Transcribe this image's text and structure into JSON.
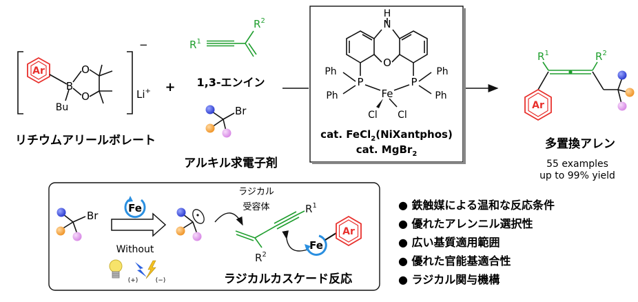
{
  "colors": {
    "ar_red": "#e8302c",
    "green": "#1f9e2e",
    "blue_ball": "#2f3fd0",
    "orange_ball": "#f0962a",
    "violet_ball": "#d98ae6",
    "fe_ring": "#2a8fe0",
    "bulb": "#f7e36a",
    "bolt_blue": "#2a5fe0",
    "bolt_yellow": "#f4c020"
  },
  "labels": {
    "ar": "Ar",
    "fe": "Fe",
    "br": "Br",
    "bu": "Bu",
    "b": "B",
    "o": "O",
    "li_plus": "Li",
    "plus_sup": "+",
    "minus_sup": "−",
    "plus_sign": "+",
    "r": "R",
    "one": "1",
    "two": "2",
    "ph": "Ph",
    "p": "P",
    "cl": "Cl",
    "n": "N",
    "h": "H"
  },
  "reactants": {
    "borate_name": "リチウムアリールボレート",
    "enyne_name": "1,3-エンイン",
    "electrophile_name": "アルキル求電子剤"
  },
  "catalyst": {
    "line1_pre": "cat. FeCl",
    "line1_sub": "2",
    "line1_post": "(NiXantphos)",
    "line2_pre": "cat. MgBr",
    "line2_sub": "2"
  },
  "product": {
    "name": "多置換アレン",
    "examples": "55 examples",
    "yield": "up to 99% yield"
  },
  "mechanism": {
    "acceptor_line1": "ラジカル",
    "acceptor_line2": "受容体",
    "without": "Without",
    "plus_pole": "(+)",
    "minus_pole": "(−)",
    "cascade": "ラジカルカスケード反応"
  },
  "features": [
    "● 鉄触媒による温和な反応条件",
    "● 優れたアレンニル選択性",
    "● 広い基質適用範囲",
    "● 優れた官能基適合性",
    "● ラジカル関与機構"
  ]
}
